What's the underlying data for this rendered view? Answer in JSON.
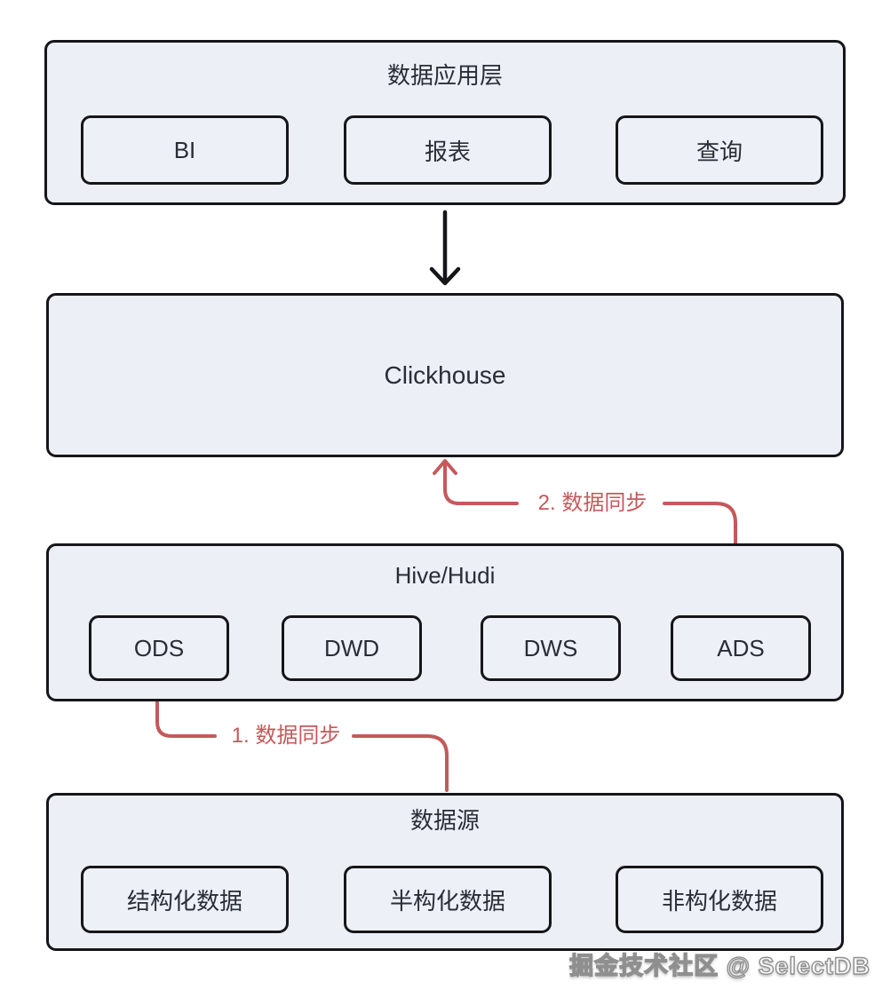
{
  "layers": {
    "app": {
      "title": "数据应用层",
      "items": [
        {
          "label": "BI"
        },
        {
          "label": "报表"
        },
        {
          "label": "查询"
        }
      ]
    },
    "clickhouse": {
      "title": "Clickhouse"
    },
    "warehouse": {
      "title": "Hive/Hudi",
      "items": [
        {
          "label": "ODS"
        },
        {
          "label": "DWD"
        },
        {
          "label": "DWS"
        },
        {
          "label": "ADS"
        }
      ]
    },
    "source": {
      "title": "数据源",
      "items": [
        {
          "label": "结构化数据"
        },
        {
          "label": "半构化数据"
        },
        {
          "label": "非构化数据"
        }
      ]
    }
  },
  "annotations": {
    "sync_step_1": "1. 数据同步",
    "sync_step_2": "2. 数据同步"
  },
  "watermark": "掘金技术社区 @ SelectDB",
  "colors": {
    "accent_red": "#c5595b",
    "node_fill": "#edf0f7",
    "outline": "#16161a",
    "text": "#282d36"
  }
}
